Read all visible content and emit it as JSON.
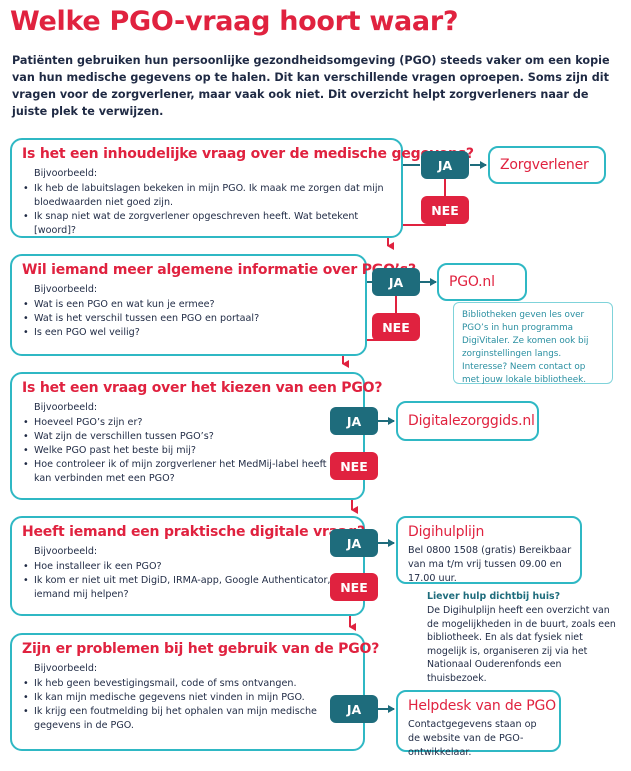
{
  "title": "Welke PGO-vraag hoort waar?",
  "intro": "Patiënten gebruiken hun persoonlijke gezondheidsomgeving (PGO) steeds vaker om een kopie van hun medische gegevens op te halen. Dit kan verschillende vragen oproepen. Soms zijn dit vragen voor de zorgverlener, maar vaak ook niet. Dit overzicht helpt zorgverleners naar de juiste plek te verwijzen.",
  "ja_label": "JA",
  "nee_label": "NEE",
  "example_label": "Bijvoorbeeld:",
  "q1": {
    "question": "Is het een inhoudelijke vraag over de medische gegevens?",
    "examples": [
      "Ik heb de labuitslagen bekeken in mijn PGO. Ik maak me zorgen dat mijn bloedwaarden niet goed zijn.",
      "Ik snap niet wat de zorgverlener opgeschreven heeft. Wat betekent [woord]?"
    ],
    "answer": "Zorgverlener"
  },
  "q2": {
    "question": "Wil iemand meer algemene informatie over PGO’s?",
    "examples": [
      "Wat is een PGO en wat kun je ermee?",
      "Wat is het verschil tussen een PGO en portaal?",
      "Is een PGO wel veilig?"
    ],
    "answer": "PGO.nl",
    "info": "Bibliotheken geven les over PGO’s in hun programma DigiVitaler. Ze komen ook bij zorginstellingen langs. Interesse? Neem contact op met jouw lokale bibliotheek."
  },
  "q3": {
    "question": "Is het een vraag over het kiezen van een PGO?",
    "examples": [
      "Hoeveel PGO’s zijn er?",
      "Wat zijn de verschillen tussen PGO’s?",
      "Welke PGO past het beste bij mij?",
      "Hoe controleer ik of mijn zorgverlener het MedMij-label heeft en kan verbinden met een PGO?"
    ],
    "answer": "Digitalezorggids.nl"
  },
  "q4": {
    "question": "Heeft iemand een praktische digitale vraag?",
    "examples": [
      "Hoe installeer ik een PGO?",
      "Ik kom er niet uit met DigiD, IRMA-app, Google Authenticator, kan iemand mij helpen?"
    ],
    "answer": "Digihulplijn",
    "answer_desc": "Bel 0800 1508 (gratis) Bereikbaar van ma t/m vrij tussen 09.00 en 17.00 uur.",
    "info_title": "Liever hulp dichtbij huis?",
    "info": "De Digihulplijn heeft een overzicht van de mogelijkheden in de buurt, zoals een bibliotheek. En als dat fysiek niet mogelijk is, organiseren zij via het Nationaal Ouderenfonds een thuisbezoek."
  },
  "q5": {
    "question": "Zijn er problemen bij het gebruik van de PGO?",
    "examples": [
      "Ik heb geen bevestigingsmail, code of sms ontvangen.",
      "Ik kan mijn medische gegevens niet vinden in mijn PGO.",
      "Ik krijg een foutmelding bij het ophalen van mijn medische gegevens in de PGO."
    ],
    "answer": "Helpdesk van de PGO",
    "answer_desc": "Contactgegevens staan op de website van de PGO-ontwikkelaar."
  },
  "colors": {
    "accent_red": "#e0223f",
    "teal_border": "#2fb8c4",
    "dark_teal": "#1e6c7c",
    "text": "#1f2a44"
  }
}
